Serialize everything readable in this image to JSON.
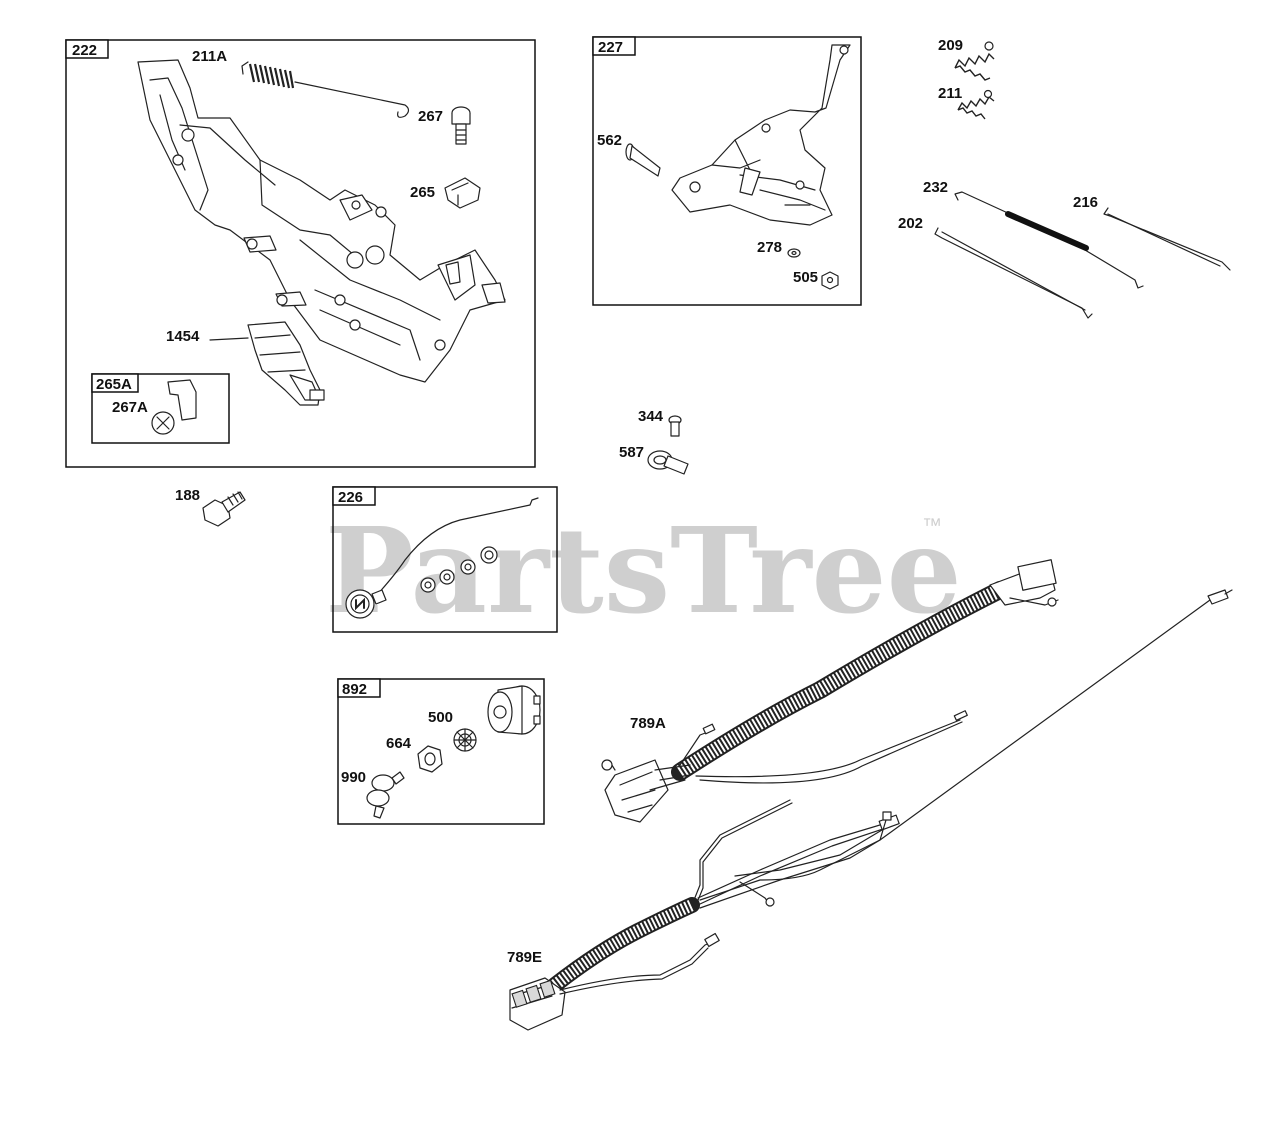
{
  "watermark": {
    "brand": "PartsTree",
    "trademark": "™"
  },
  "boxes": {
    "b222": "222",
    "b265a": "265A",
    "b227": "227",
    "b226": "226",
    "b892": "892"
  },
  "labels": {
    "l211a": "211A",
    "l267": "267",
    "l265": "265",
    "l1454": "1454",
    "l267a": "267A",
    "l562": "562",
    "l278": "278",
    "l505": "505",
    "l209": "209",
    "l211": "211",
    "l232": "232",
    "l216": "216",
    "l202": "202",
    "l344": "344",
    "l587": "587",
    "l188": "188",
    "l500": "500",
    "l664": "664",
    "l990": "990",
    "l789a": "789A",
    "l789e": "789E"
  }
}
